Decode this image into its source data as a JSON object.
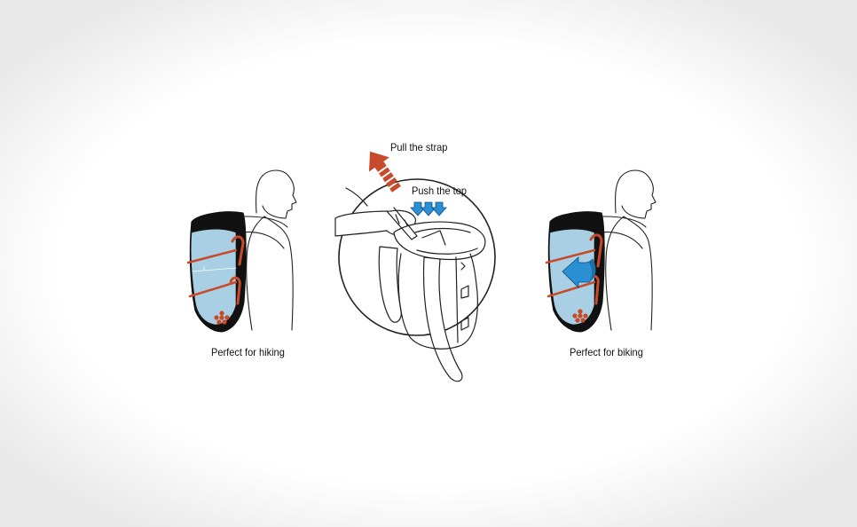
{
  "labels": {
    "pull_strap": "Pull the strap",
    "push_top": "Push the top"
  },
  "captions": {
    "hiking": "Perfect for hiking",
    "biking": "Perfect for biking"
  },
  "colors": {
    "strap_red": "#c94a2a",
    "arrow_blue": "#2b8fd3",
    "panel_blue": "#a8cfe3",
    "pack_black": "#111111",
    "line": "#222222"
  },
  "icons": {
    "pull_arrow": "arrow-up-left",
    "push_arrows": "arrow-down",
    "fold_arrow": "curved-arrow-left"
  }
}
